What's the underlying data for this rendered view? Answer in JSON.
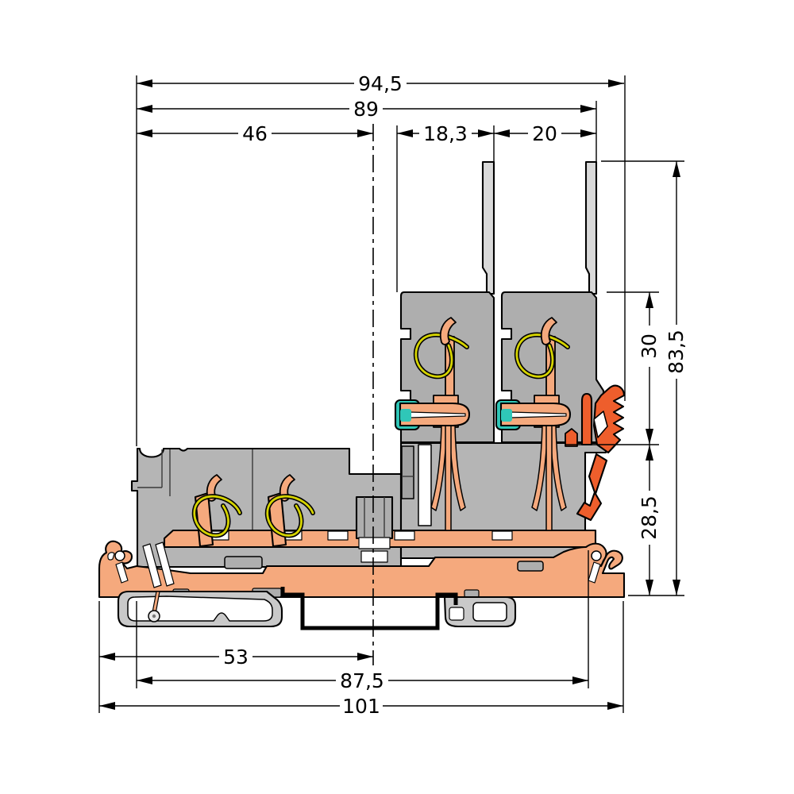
{
  "figure": {
    "kind": "technical-dimension-drawing",
    "subject": "DIN-rail terminal block cross-section",
    "units": "mm"
  },
  "dims": {
    "d945": "94,5",
    "d89": "89",
    "d46": "46",
    "d183": "18,3",
    "d20": "20",
    "d835": "83,5",
    "d30": "30",
    "d285": "28,5",
    "d53": "53",
    "d875": "87,5",
    "d101": "101"
  },
  "colors": {
    "outline": "#000000",
    "housing": "#b5b5b5",
    "module": "#aeaeae",
    "pocket": "#a2a2a2",
    "pin": "#d9d9d9",
    "guide": "#c9c9c9",
    "copper": "#f5a97d",
    "lever": "#ee5e2c",
    "seal": "#2fc7b8",
    "spring": "#d6d400"
  }
}
